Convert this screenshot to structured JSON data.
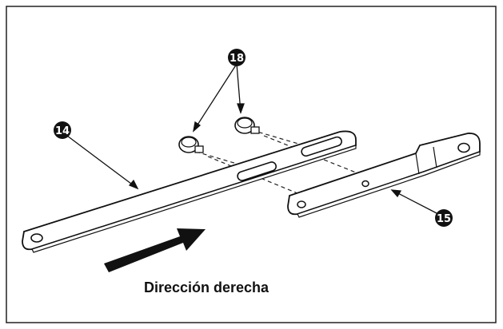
{
  "callouts": {
    "screws": "18",
    "long_bar": "14",
    "short_bar": "15"
  },
  "caption": "Dirección derecha"
}
